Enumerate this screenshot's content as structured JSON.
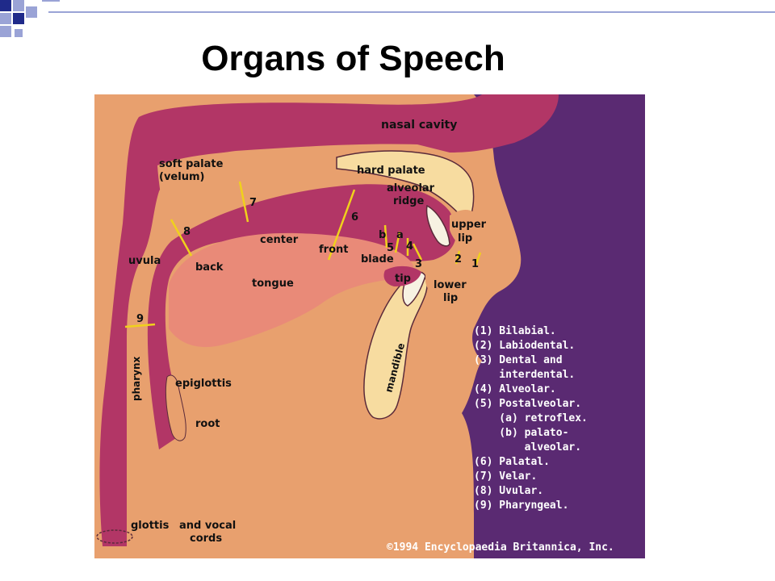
{
  "slide": {
    "title": "Organs of Speech"
  },
  "colors": {
    "background": "#ffffff",
    "corner_dark": "#1f2a8a",
    "corner_light": "#9aa3d6",
    "tract": "#b23666",
    "skin": "#e8a06e",
    "tongue": "#e98a78",
    "bone": "#f7dca0",
    "purple_bg": "#5a2a72",
    "arrow": "#f0d11c"
  },
  "labels": {
    "nasal_cavity": "nasal cavity",
    "soft_palate": "soft palate",
    "velum": "(velum)",
    "hard_palate": "hard palate",
    "alveolar_ridge_1": "alveolar",
    "alveolar_ridge_2": "ridge",
    "upper_lip_1": "upper",
    "upper_lip_2": "lip",
    "lower_lip_1": "lower",
    "lower_lip_2": "lip",
    "uvula": "uvula",
    "back": "back",
    "center": "center",
    "front": "front",
    "blade": "blade",
    "tip": "tip",
    "tongue": "tongue",
    "pharynx": "pharynx",
    "epiglottis": "epiglottis",
    "root": "root",
    "mandible": "mandible",
    "glottis": "glottis",
    "vocal_cords_1": "and vocal",
    "vocal_cords_2": "cords",
    "copyright": "©1994 Encyclopaedia Britannica, Inc."
  },
  "numbers": {
    "n1": "1",
    "n2": "2",
    "n3": "3",
    "n4": "4",
    "n5": "5",
    "n6": "6",
    "n7": "7",
    "n8": "8",
    "n9": "9",
    "na": "a",
    "nb": "b"
  },
  "legend": [
    "(1) Bilabial.",
    "(2) Labiodental.",
    "(3) Dental and",
    "    interdental.",
    "(4) Alveolar.",
    "(5) Postalveolar.",
    "    (a) retroflex.",
    "    (b) palato-",
    "        alveolar.",
    "(6) Palatal.",
    "(7) Velar.",
    "(8) Uvular.",
    "(9) Pharyngeal."
  ]
}
